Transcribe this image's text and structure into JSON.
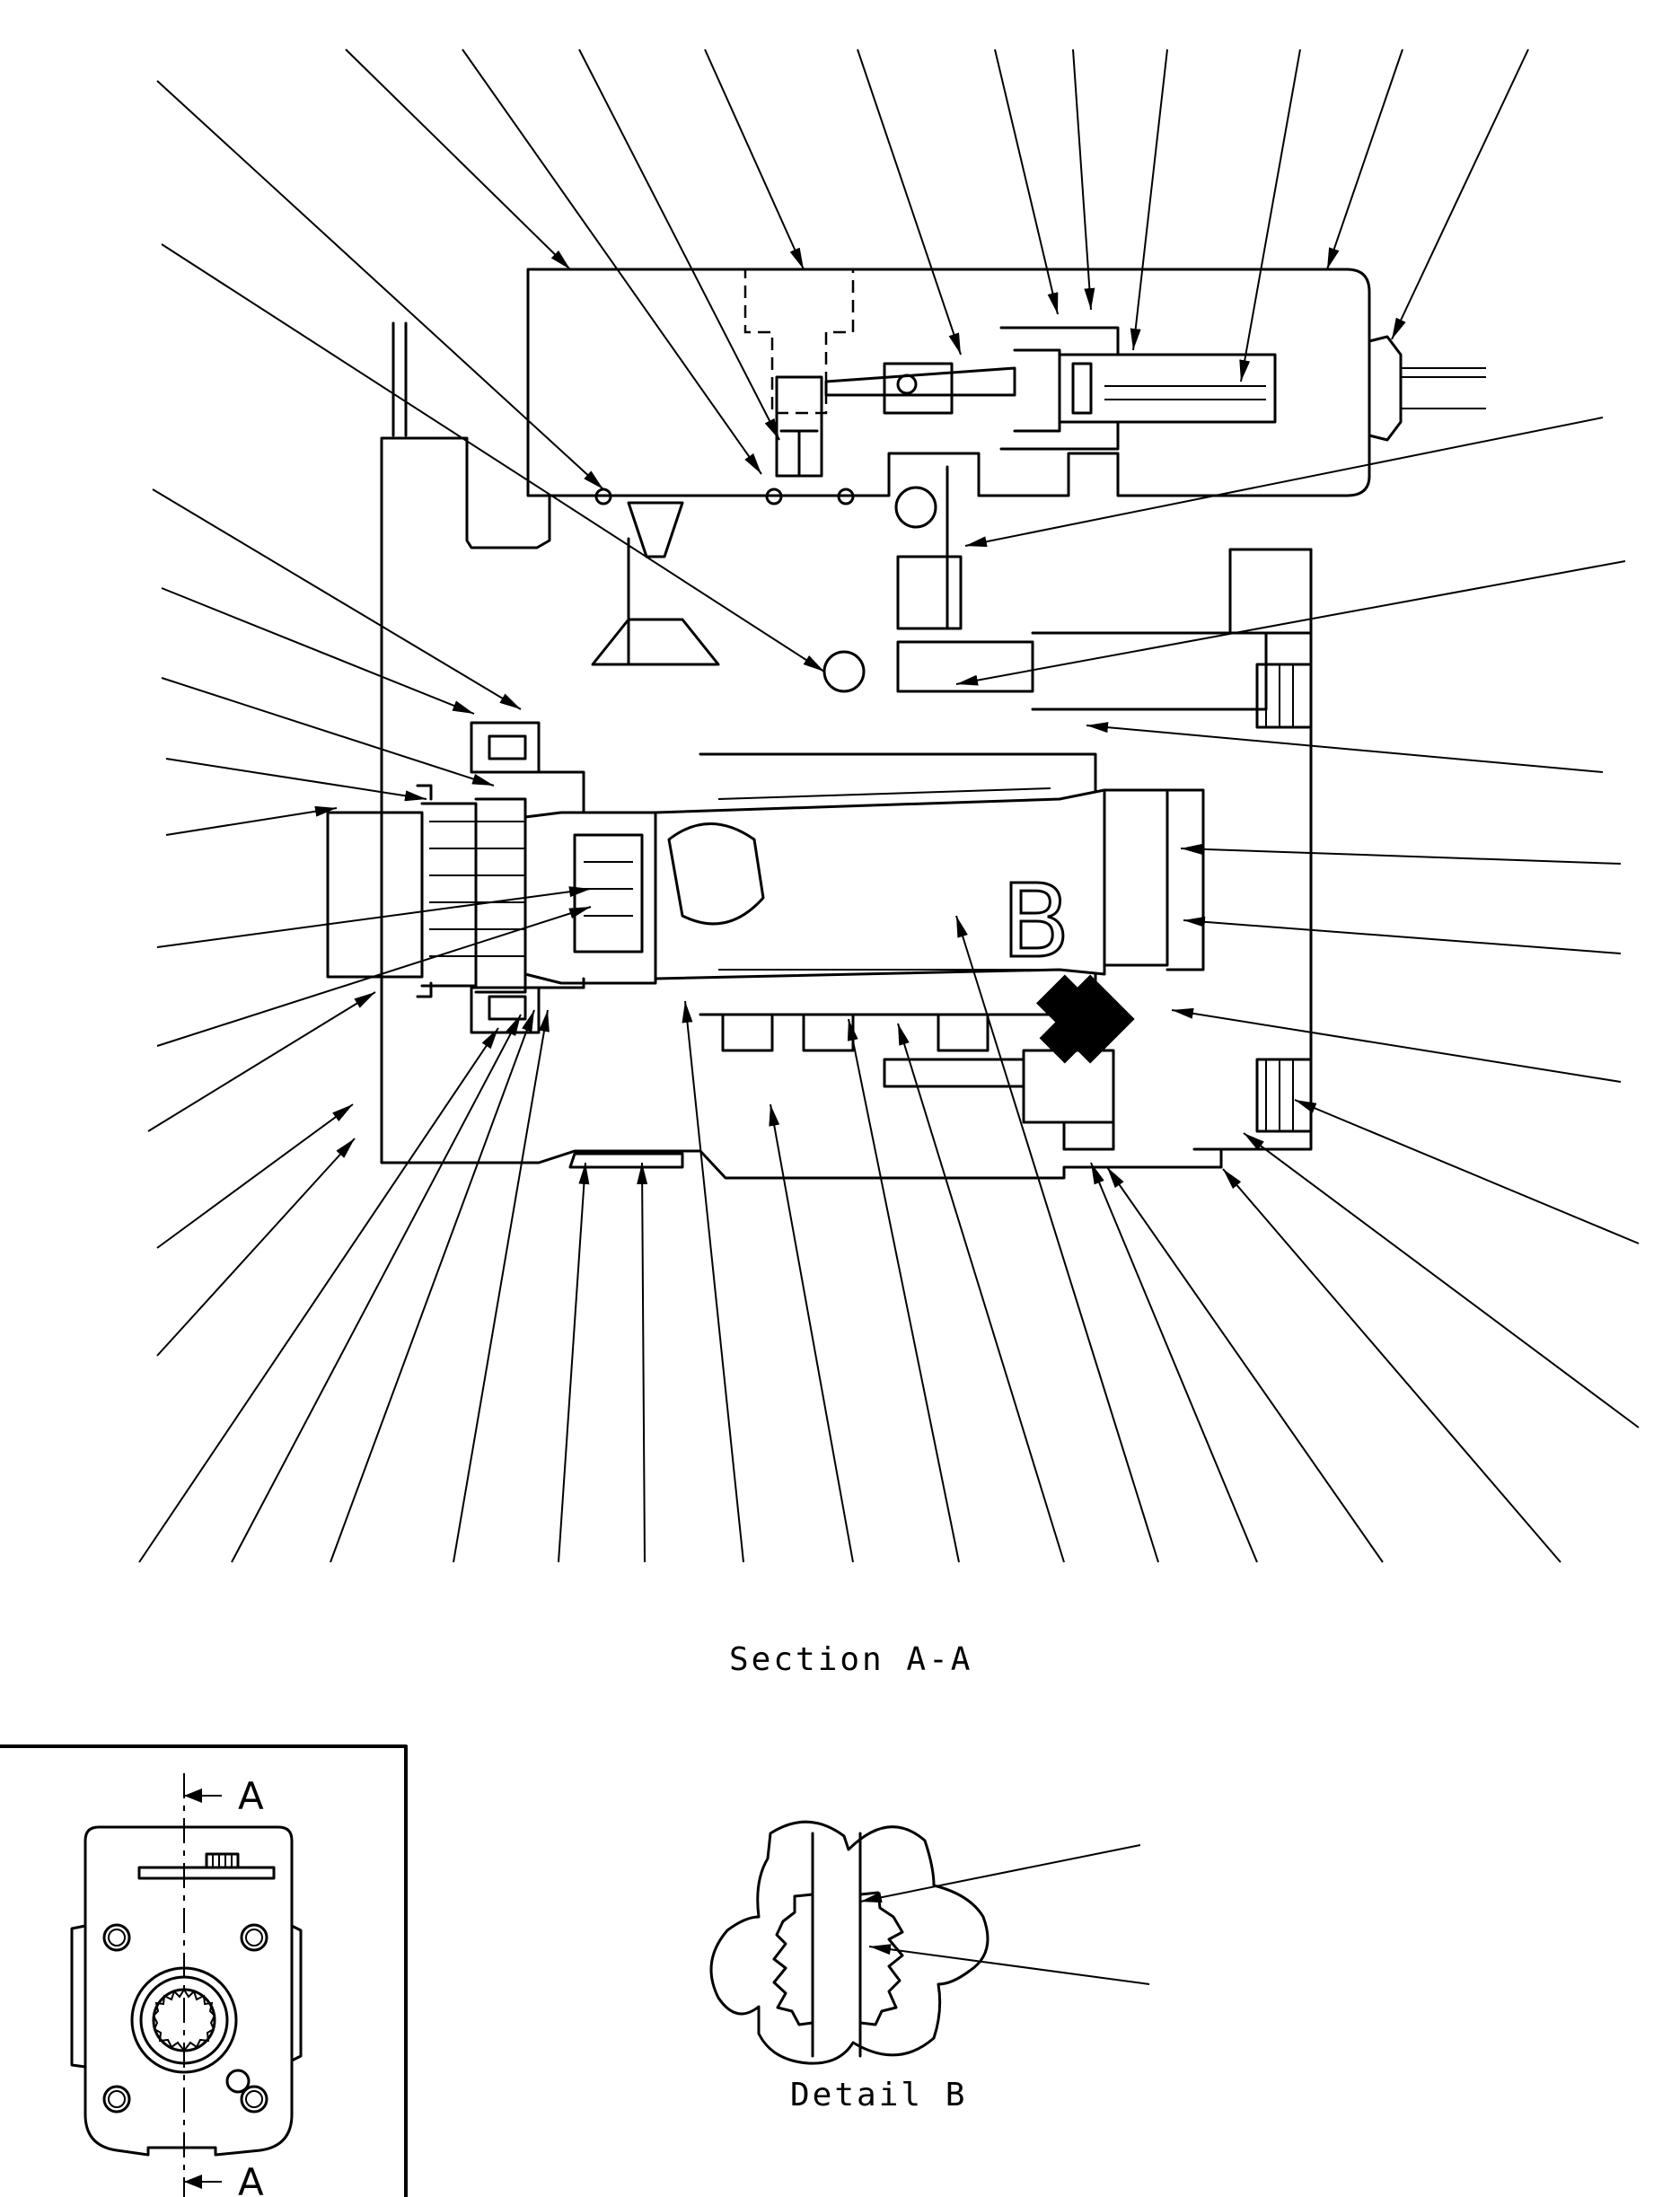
{
  "section_title": "Section A-A",
  "detail_title": "Detail B",
  "detail_letter": "B",
  "cut_marker_top": "A",
  "cut_marker_bottom": "A"
}
